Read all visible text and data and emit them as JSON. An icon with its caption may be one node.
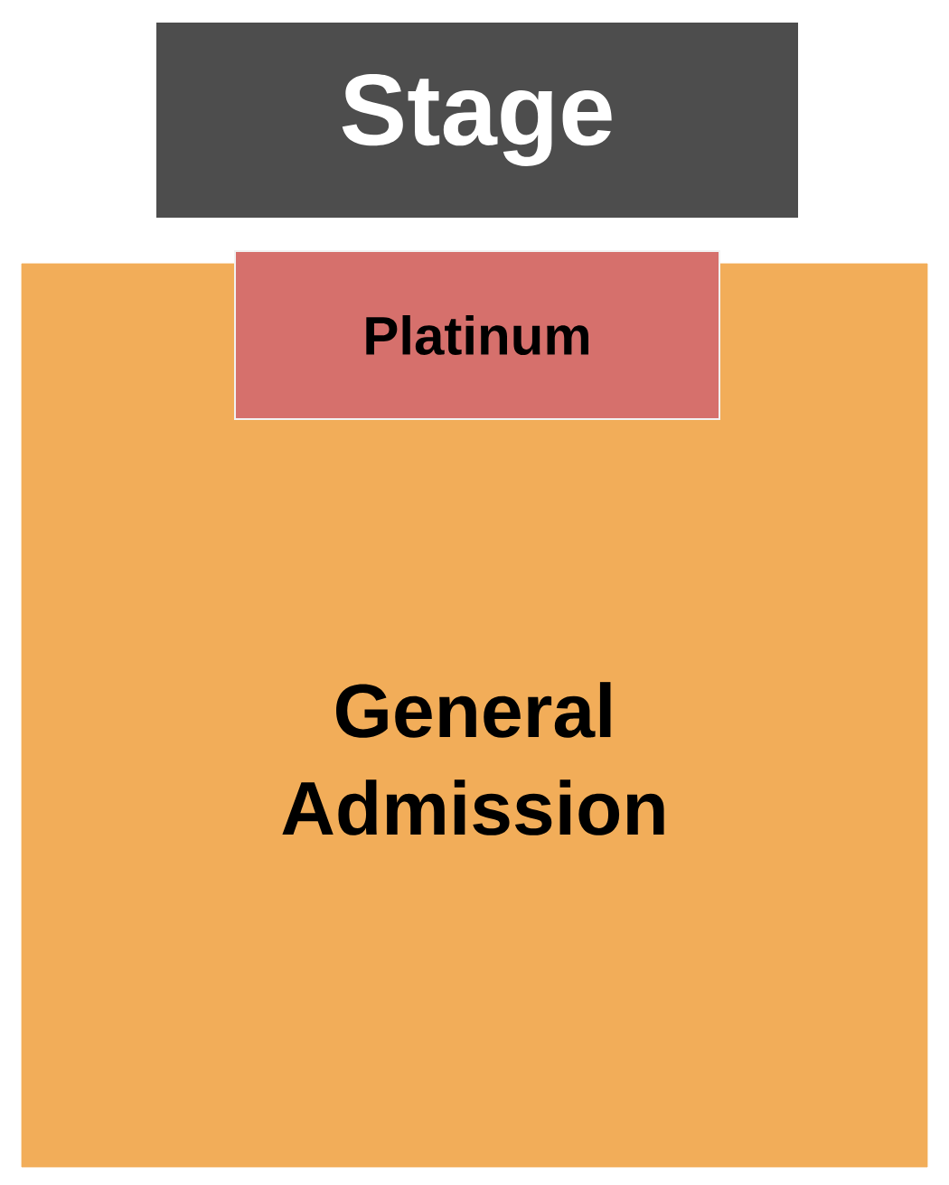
{
  "diagram": {
    "nodes": [
      {
        "text": [
          "Stage"
        ]
      },
      {
        "text": [
          "Platinum"
        ]
      },
      {
        "text": [
          "General Admission"
        ]
      }
    ]
  }
}
